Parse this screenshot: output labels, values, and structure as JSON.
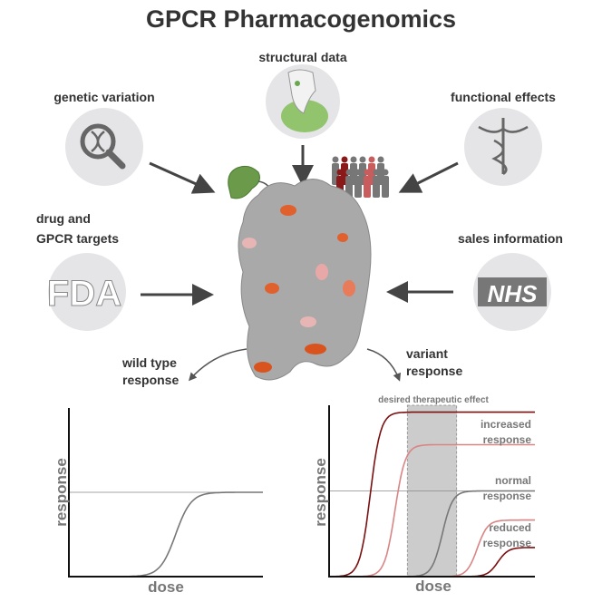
{
  "title": "GPCR Pharmacogenomics",
  "sources": {
    "genetic_variation": {
      "label": "genetic variation",
      "icon": "dna-magnifier-icon"
    },
    "structural_data": {
      "label": "structural data",
      "icon": "protein-structure-icon"
    },
    "functional_effects": {
      "label": "functional effects",
      "icon": "caduceus-icon"
    },
    "drug_targets": {
      "label_line1": "drug and",
      "label_line2": "GPCR targets",
      "logo": "FDA"
    },
    "sales_information": {
      "label": "sales information",
      "logo": "NHS"
    }
  },
  "center": {
    "icon": "gpcr-protein-surface",
    "ligand": "ligand-icon",
    "population": "people-population-icon"
  },
  "branches": {
    "wild_type": {
      "line1": "wild type",
      "line2": "response"
    },
    "variant": {
      "line1": "variant",
      "line2": "response"
    }
  },
  "colors": {
    "text": "#333333",
    "grey": "#777777",
    "dark_red": "#7a1010",
    "light_red": "#d98585",
    "band": "#cccccc",
    "green": "#8cc46a"
  },
  "chart_data": [
    {
      "type": "line",
      "xlabel": "dose",
      "ylabel": "response",
      "reference_line": 0.5,
      "series": [
        {
          "ec50": 0.55,
          "max": 0.5,
          "color": "#777777"
        }
      ]
    },
    {
      "type": "line",
      "xlabel": "dose",
      "ylabel": "response",
      "band_label": "desired therapeutic effect",
      "band": [
        0.38,
        0.62
      ],
      "reference_line": 0.5,
      "annotations": [
        {
          "line1": "increased",
          "line2": "response"
        },
        {
          "line1": "normal",
          "line2": "response"
        },
        {
          "line1": "reduced",
          "line2": "response"
        }
      ],
      "series": [
        {
          "ec50": 0.2,
          "max": 0.96,
          "color": "#7a1010"
        },
        {
          "ec50": 0.32,
          "max": 0.77,
          "color": "#d98585"
        },
        {
          "ec50": 0.55,
          "max": 0.5,
          "color": "#777777"
        },
        {
          "ec50": 0.72,
          "max": 0.33,
          "color": "#d98585"
        },
        {
          "ec50": 0.82,
          "max": 0.17,
          "color": "#7a1010"
        }
      ]
    }
  ]
}
